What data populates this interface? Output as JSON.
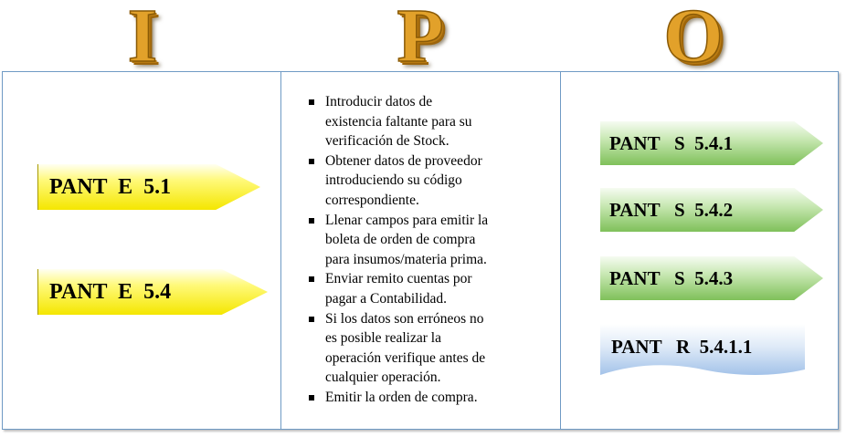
{
  "header": {
    "letter_input": "I",
    "letter_process": "P",
    "letter_output": "O"
  },
  "inputs": [
    {
      "label": "PANT  E  5.1"
    },
    {
      "label": "PANT  E  5.4"
    }
  ],
  "process_steps": [
    {
      "text": "Introducir datos de\nexistencia faltante para su\nverificación de Stock."
    },
    {
      "text": "Obtener datos de proveedor\nintroduciendo su código\ncorrespondiente."
    },
    {
      "text": "Llenar campos para emitir la\nboleta de orden de compra\npara insumos/materia prima."
    },
    {
      "text": "Enviar remito cuentas por\npagar a Contabilidad."
    },
    {
      "text": "Si los datos son erróneos no\nes posible realizar  la\noperación verifique  antes de\ncualquier operación."
    },
    {
      "text": "Emitir la orden de compra."
    }
  ],
  "outputs": [
    {
      "label": "PANT   S  5.4.1"
    },
    {
      "label": "PANT   S  5.4.2"
    },
    {
      "label": "PANT   S  5.4.3"
    },
    {
      "label": "PANT   R  5.4.1.1"
    }
  ],
  "colors": {
    "letters": "#e2a12a",
    "frame_border": "#6f9ac4",
    "input_arrow": "#fff97a",
    "output_arrow": "#c9e8b4",
    "report_box": "#9fc0e8"
  }
}
